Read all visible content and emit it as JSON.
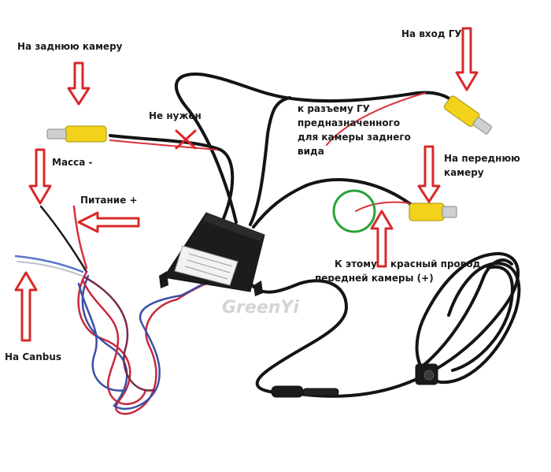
{
  "labels": {
    "rear_camera": "На заднюю камеру",
    "head_unit_input": "На вход ГУ",
    "not_needed": "Не нужен",
    "hu_connector_line1": "к разъему ГУ",
    "hu_connector_line2": "предназначенного",
    "hu_connector_line3": "для камеры заднего",
    "hu_connector_line4": "вида",
    "front_camera_line1": "На переднюю",
    "front_camera_line2": "камеру",
    "ground": "Масса -",
    "power": "Питание +",
    "canbus": "На Canbus",
    "note_left": "К этому",
    "note_right": "красный провод",
    "note_line2": "передней камеры (+)"
  },
  "module": {
    "watermark": "GreenYi"
  },
  "colors": {
    "arrow": "#d8282a",
    "cable": "#141414",
    "rca_yellow": "#f2d21b",
    "circle": "#27a339",
    "cross": "#e0262a",
    "red_wire": "#d8323a",
    "blue_wire": "#3a4fa8"
  }
}
